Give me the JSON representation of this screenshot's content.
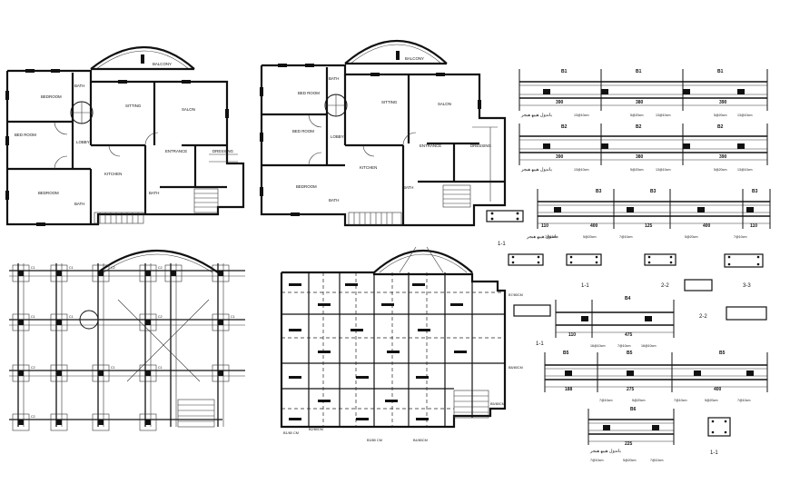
{
  "plan1": {
    "rooms": [
      "BALCONY",
      "BATH",
      "BEDROOM",
      "SITTING",
      "SALON",
      "BED ROOM",
      "LOBBY",
      "ENTRANCE",
      "DRESSING",
      "KITCHEN",
      "BATH",
      "BEDROOM",
      "BATH"
    ]
  },
  "plan2": {
    "rooms": [
      "BALCONY",
      "BATH",
      "BED ROOM",
      "SITTING",
      "SALON",
      "BED ROOM",
      "LOBBY",
      "ENTRANCE",
      "DRESSING",
      "KITCHEN",
      "BATH",
      "BEDROOM",
      "BATH"
    ]
  },
  "column_plan": {
    "marks": [
      "C1",
      "C1",
      "C2",
      "C2",
      "C1",
      "C1",
      "C2",
      "C1",
      "C2",
      "C1",
      "C1",
      "C2"
    ]
  },
  "beam_plan": {
    "bottom_labels": [
      "B1/80 CM",
      "B2/80CM",
      "B3/80 CM",
      "B4/80CM",
      "B5/80CM"
    ],
    "right_labels": [
      "B7/80CM",
      "B8/80CM"
    ]
  },
  "beam_details": {
    "beam_marks": [
      "B1",
      "B1",
      "B1",
      "B2",
      "B2",
      "B2",
      "B3",
      "B3",
      "B3",
      "B4",
      "B5",
      "B5",
      "B5",
      "B6"
    ],
    "spans_a": [
      "390",
      "380",
      "390"
    ],
    "spans_b": [
      "110",
      "400",
      "125",
      "400",
      "110"
    ],
    "spans_c": [
      "110",
      "475"
    ],
    "spans_d": [
      "188",
      "275",
      "400"
    ],
    "span_e": "225",
    "stirrups": [
      "13@10cm",
      "5@20cm",
      "13@10cm",
      "5@20cm",
      "7@10cm",
      "16@10cm"
    ],
    "script_caption": "ﺑﺎﻧﺪﻭﻝ ﻫﻴﺒﻬ ﻫﺒﺠﺮ",
    "section_labels": [
      "1-1",
      "1-1",
      "2-2",
      "3-3",
      "2-2",
      "1-1",
      "1-1"
    ]
  }
}
